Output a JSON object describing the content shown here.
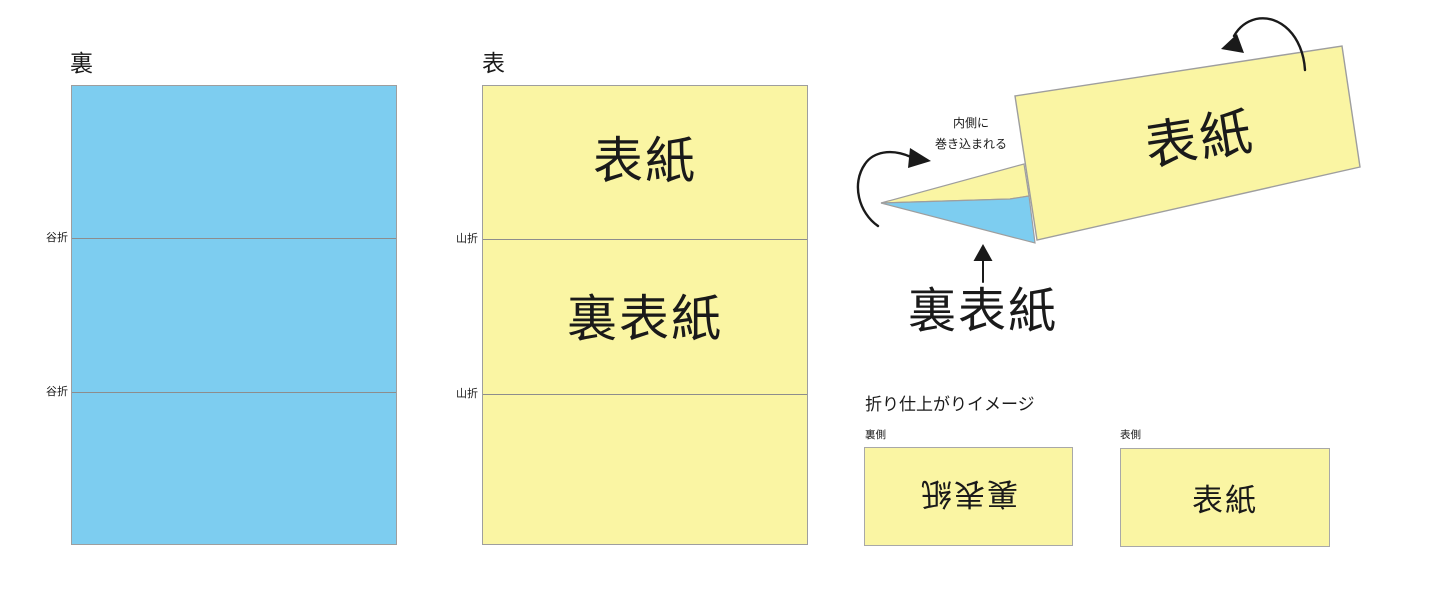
{
  "colors": {
    "paper_blue": "#7dcdf0",
    "paper_yellow": "#faf5a3",
    "outline_gray": "#9e9e9e",
    "ink_black": "#1a1a1a"
  },
  "back_sheet": {
    "title": "裏",
    "fold_label_top": "谷折",
    "fold_label_bottom": "谷折"
  },
  "front_sheet": {
    "title": "表",
    "fold_label_top": "山折",
    "fold_label_bottom": "山折",
    "panel_top_label": "表紙",
    "panel_middle_label": "裏表紙"
  },
  "fold_illustration": {
    "note_line1": "内側に",
    "note_line2": "巻き込まれる",
    "cover_label": "表紙",
    "back_cover_label": "裏表紙"
  },
  "finished_view": {
    "heading": "折り仕上がりイメージ",
    "back_side_label": "裏側",
    "back_content": "裏表紙",
    "front_side_label": "表側",
    "front_content": "表紙"
  }
}
